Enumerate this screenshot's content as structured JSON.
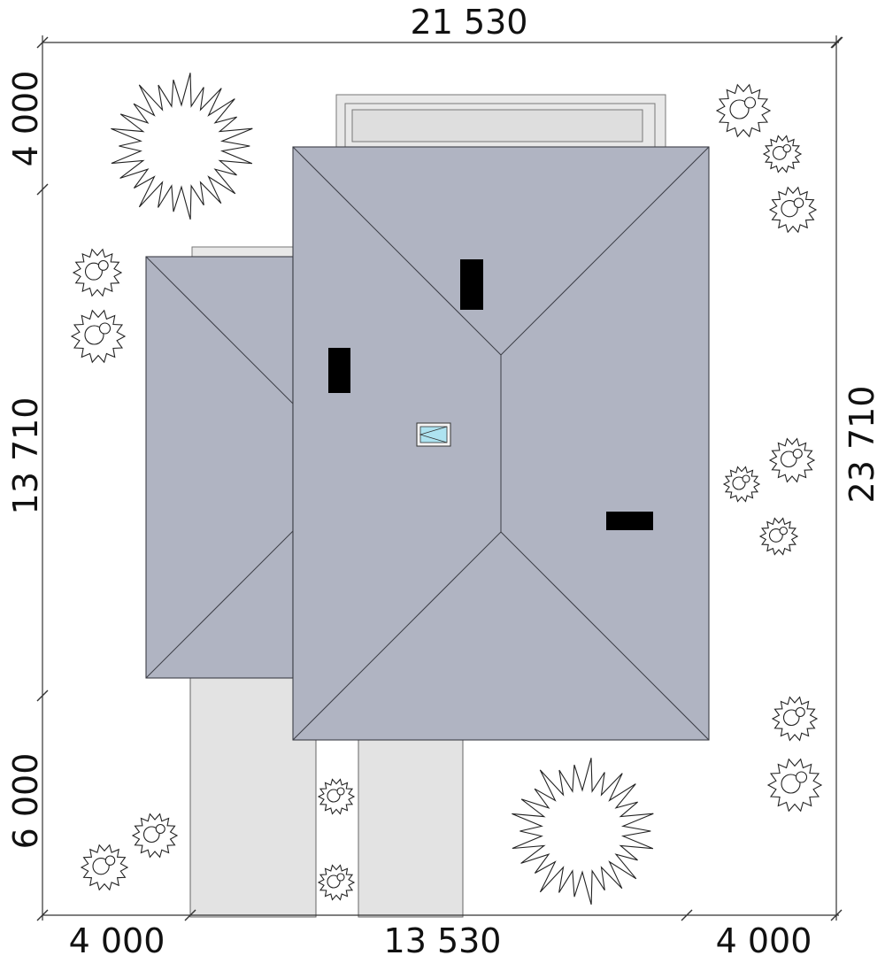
{
  "dimensions": {
    "top_total": "21 530",
    "right_total": "23 710",
    "left_top": "4 000",
    "left_middle": "13 710",
    "left_bottom": "6 000",
    "bottom_left": "4 000",
    "bottom_middle": "13 530",
    "bottom_right": "4 000"
  },
  "colors": {
    "roof": "#b0b4c2",
    "paving": "#e3e3e3",
    "chimney": "#000000",
    "skylight_glass": "#aee3f0"
  },
  "icons": [
    "large-tree-icon",
    "shrub-icon",
    "chimney-icon",
    "roof-window-icon"
  ]
}
